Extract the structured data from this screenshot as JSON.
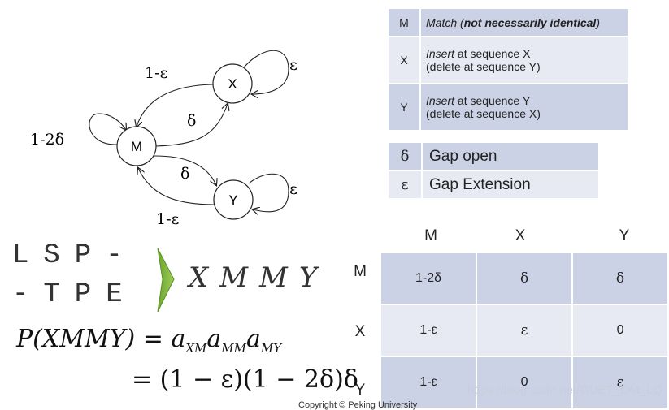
{
  "diagram": {
    "states": {
      "M": "M",
      "X": "X",
      "Y": "Y"
    },
    "edges": {
      "m_self": "1-2δ",
      "x_to_m": "1-ε",
      "m_to_x": "δ",
      "x_self": "ε",
      "m_to_y": "δ",
      "y_to_m": "1-ε",
      "y_self": "ε"
    }
  },
  "legend_states": [
    {
      "key": "M",
      "desc_em": "Match (",
      "desc_bold": "not necessarily identical",
      "desc_end": ")"
    },
    {
      "key": "X",
      "desc_em": "Insert",
      "line1_rest": " at sequence X",
      "line2": "(delete at sequence Y)"
    },
    {
      "key": "Y",
      "desc_em": "Insert",
      "line1_rest": " at sequence Y",
      "line2": "(delete at sequence X)"
    }
  ],
  "legend_params": [
    {
      "key": "δ",
      "desc": "Gap open"
    },
    {
      "key": "ε",
      "desc": "Gap Extension"
    }
  ],
  "matrix": {
    "col_headers": [
      "M",
      "X",
      "Y"
    ],
    "row_headers": [
      "M",
      "X",
      "Y"
    ],
    "rows": [
      [
        "1-2δ",
        "δ",
        "δ"
      ],
      [
        "1-ε",
        "ε",
        "0"
      ],
      [
        "1-ε",
        "0",
        "ε"
      ]
    ]
  },
  "alignment": {
    "seq1": "LSP-",
    "seq2": "-TPE",
    "states": "XMMY"
  },
  "formula": {
    "lhs": "P(XMMY)",
    "eq": "=",
    "a": "a",
    "sub1": "XM",
    "sub2": "MM",
    "sub3": "MY",
    "line2": "= (1 − ε)(1 − 2δ)δ"
  },
  "watermark": "https://blog.csdn.net/GUET_DM_LQ",
  "copyright": "Copyright © Peking University"
}
